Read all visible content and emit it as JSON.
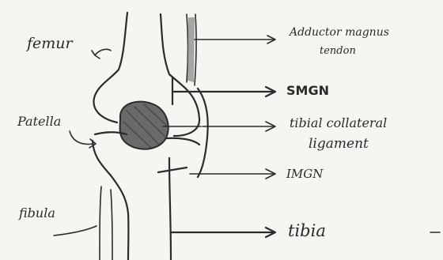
{
  "labels": {
    "femur": "femur",
    "patella": "Patella",
    "fibula": "fibula",
    "adductor_line1": "Adductor magnus",
    "adductor_line2": "tendon",
    "smgn": "SMGN",
    "tibial_collateral_line1": "tibial collateral",
    "tibial_collateral_line2": "ligament",
    "imgn": "IMGN",
    "tibia": "tibia"
  },
  "colors": {
    "ink": "#2b2b2b",
    "paper": "#f5f5f2",
    "patella_fill": "#6a6a6a",
    "tendon_shade": "#8a8a8a"
  }
}
